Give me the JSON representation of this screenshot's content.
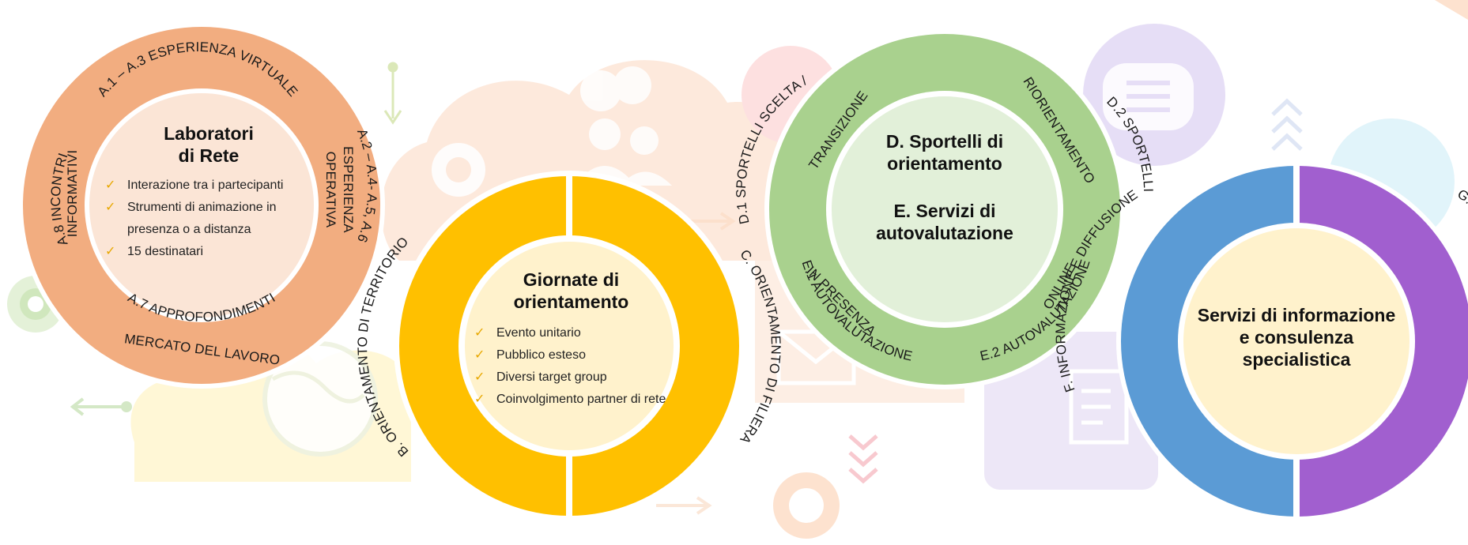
{
  "colors": {
    "circle_a": "#f2ad80",
    "circle_a_inner": "#fbe5d6",
    "circle_bc": "#ffc000",
    "circle_bc_inner": "#fff2cc",
    "circle_de": "#a9d18e",
    "circle_de_inner": "#e2f0d9",
    "circle_f": "#5b9bd5",
    "circle_g": "#a15fcf",
    "circle_fg_inner": "#fff2cc",
    "check_icon": "#e8a800"
  },
  "circle_a": {
    "title": "Laboratori di Rete",
    "items": [
      "Interazione tra i partecipanti",
      "Strumenti di animazione in presenza o a distanza",
      "15 destinatari"
    ],
    "ring_top": "A.1 – A.3 ESPERIENZA VIRTUALE",
    "ring_right_1": "A.2 – A.4- A.5, A.6",
    "ring_right_2": "ESPERIENZA",
    "ring_right_3": "OPERATIVA",
    "ring_left_1": "A.8 INCONTRI",
    "ring_left_2": "INFORMATIVI",
    "ring_bottom_1": "A.7 APPROFONDIMENTI",
    "ring_bottom_2": "MERCATO DEL LAVORO"
  },
  "circle_bc": {
    "title": "Giornate di orientamento",
    "items": [
      "Evento unitario",
      "Pubblico esteso",
      "Diversi target group",
      "Coinvolgimento partner di rete"
    ],
    "ring_left": "B. ORIENTAMENTO DI TERRITORIO",
    "ring_right": "C. ORIENTAMENTO DI FILIERA"
  },
  "circle_de": {
    "title_d": "D. Sportelli di orientamento",
    "title_e": "E. Servizi di autovalutazione",
    "ring_d1_1": "D.1 SPORTELLI SCELTA /",
    "ring_d1_2": "TRANSIZIONE",
    "ring_d2_1": "D.2 SPORTELLI",
    "ring_d2_2": "RIORIENTAMENTO",
    "ring_e1_1": "E.1 AUTOVALUTAZIONE",
    "ring_e1_2": "IN PRESENZA",
    "ring_e2_1": "E.2 AUTOVALUTAZIONE",
    "ring_e2_2": "ONLINE"
  },
  "circle_fg": {
    "title": "Servizi di informazione e consulenza specialistica",
    "ring_left": "F. INFORMAZIONE E DIFFUSIONE",
    "ring_right": "G. CONSULENZA SPECIALISTICA"
  },
  "icons": [
    "gear-icon",
    "people-chat-icon",
    "globe-icon",
    "envelope-icon",
    "chat-bubble-icon",
    "notepad-icon",
    "chevrons-up-icon",
    "chevrons-down-icon",
    "arrow-right-icon",
    "arrow-left-icon",
    "arrow-down-icon",
    "wifi-icon",
    "refresh-icon"
  ]
}
